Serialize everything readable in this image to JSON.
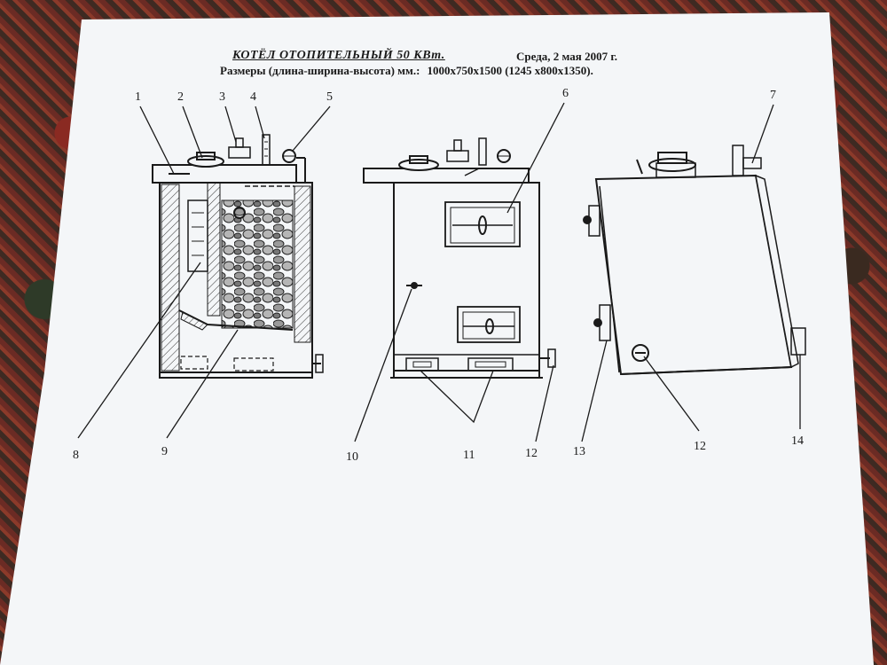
{
  "header": {
    "title": "КОТЁЛ ОТОПИТЕЛЬНЫЙ 50 КВт.",
    "date": "Среда, 2 мая 2007 г.",
    "dims_label": "Размеры (длина-ширина-высота) мм.:",
    "dims_value": "1000x750x1500 (1245 x800x1350)."
  },
  "callouts": {
    "n1": "1",
    "n2": "2",
    "n3": "3",
    "n4": "4",
    "n5": "5",
    "n6": "6",
    "n7": "7",
    "n8": "8",
    "n9": "9",
    "n10": "10",
    "n11": "11",
    "n12a": "12",
    "n13": "13",
    "n12b": "12",
    "n14": "14"
  },
  "views": [
    "section-view",
    "front-view",
    "side-view"
  ],
  "colors": {
    "paper": "#f4f6f8",
    "ink": "#1a1a1a",
    "background": "#5a3a30"
  }
}
